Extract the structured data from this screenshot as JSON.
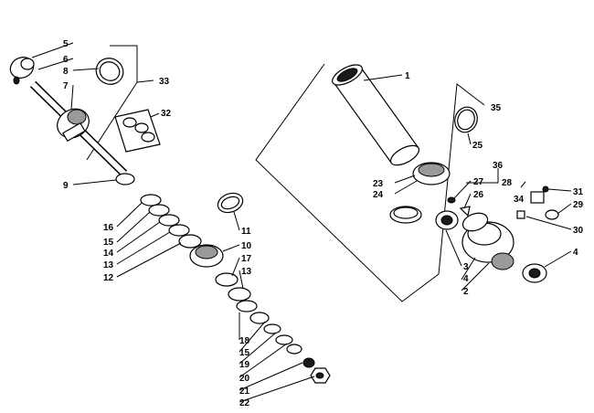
{
  "callouts": [
    {
      "n": "5"
    },
    {
      "n": "6"
    },
    {
      "n": "8"
    },
    {
      "n": "7"
    },
    {
      "n": "33"
    },
    {
      "n": "32"
    },
    {
      "n": "9"
    },
    {
      "n": "16"
    },
    {
      "n": "15"
    },
    {
      "n": "14"
    },
    {
      "n": "13"
    },
    {
      "n": "12"
    },
    {
      "n": "11"
    },
    {
      "n": "10"
    },
    {
      "n": "17"
    },
    {
      "n": "13"
    },
    {
      "n": "18"
    },
    {
      "n": "15"
    },
    {
      "n": "19"
    },
    {
      "n": "20"
    },
    {
      "n": "21"
    },
    {
      "n": "22"
    },
    {
      "n": "1"
    },
    {
      "n": "35"
    },
    {
      "n": "25"
    },
    {
      "n": "23"
    },
    {
      "n": "24"
    },
    {
      "n": "27"
    },
    {
      "n": "36"
    },
    {
      "n": "26"
    },
    {
      "n": "28"
    },
    {
      "n": "31"
    },
    {
      "n": "34"
    },
    {
      "n": "29"
    },
    {
      "n": "30"
    },
    {
      "n": "3"
    },
    {
      "n": "4"
    },
    {
      "n": "2"
    },
    {
      "n": "4"
    }
  ]
}
